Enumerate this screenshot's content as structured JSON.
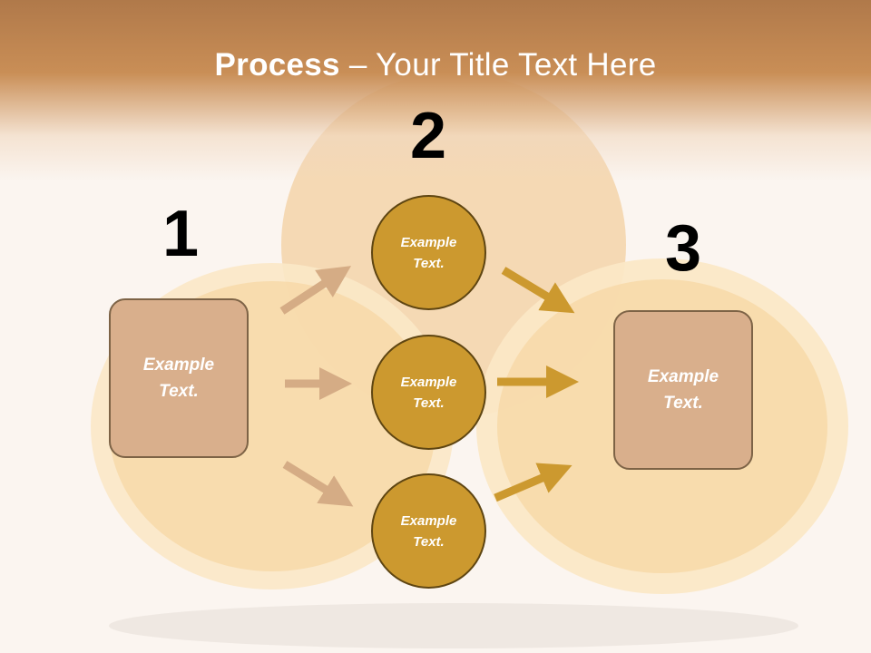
{
  "title": {
    "bold": "Process",
    "rest": " – Your Title Text Here"
  },
  "steps": {
    "one": "1",
    "two": "2",
    "three": "3"
  },
  "boxes": {
    "left": [
      "Example",
      "Text."
    ],
    "right": [
      "Example",
      "Text."
    ]
  },
  "circles": [
    [
      "Example",
      "Text."
    ],
    [
      "Example",
      "Text."
    ],
    [
      "Example",
      "Text."
    ]
  ],
  "colors": {
    "box_fill": "#d9af8c",
    "circle_fill": "#cc992f",
    "arrow_light": "#d5ac85",
    "arrow_dark": "#cc992f"
  }
}
